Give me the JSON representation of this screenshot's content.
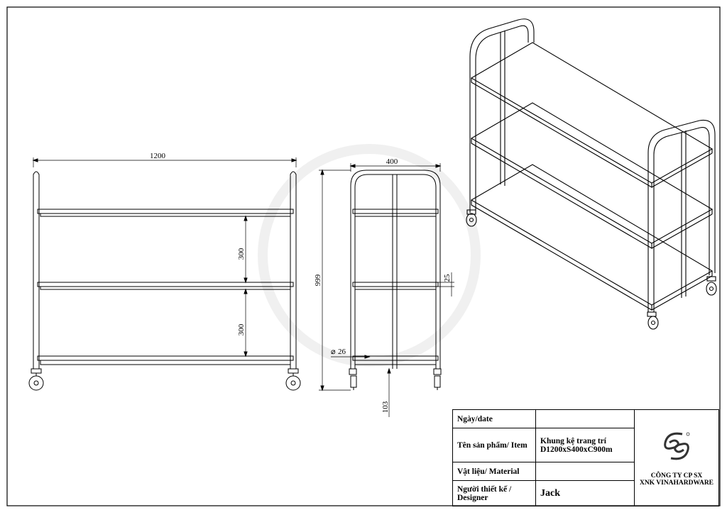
{
  "dimensions": {
    "front_width": "1200",
    "front_spacing_upper": "300",
    "front_spacing_lower": "300",
    "side_depth": "400",
    "side_height": "999",
    "side_thickness": "25",
    "tube_diameter": "26",
    "caster_height": "103"
  },
  "title_block": {
    "date_label": "Ngày/date",
    "date_value": "",
    "product_label": "Tên sản phẩm/ Item",
    "product_value_line1": "Khung kệ trang trí",
    "product_value_line2": "D1200xS400xC900m",
    "material_label": "Vật liệu/ Material",
    "material_value": "",
    "designer_label_line1": "Người thiết kế /",
    "designer_label_line2": "Designer",
    "designer_value": "Jack",
    "company_line1": "CÔNG TY CP SX",
    "company_line2": "XNK VINAHARDWARE"
  }
}
